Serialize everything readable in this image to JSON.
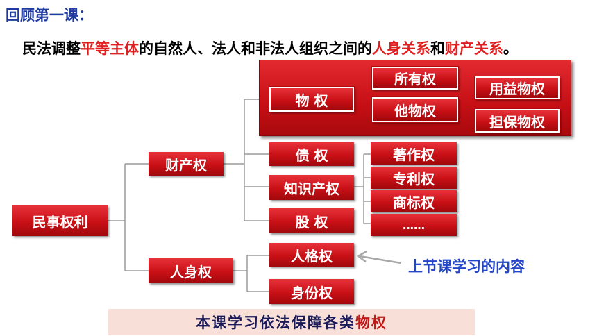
{
  "header": {
    "review": "回顾第一课："
  },
  "intro": {
    "part1": "民法调整",
    "part2": "平等主体",
    "part3": "的自然人、法人和非法人组织之间的",
    "part4": "人身关系",
    "part5": "和",
    "part6": "财产关系",
    "part7": "。"
  },
  "nodes": {
    "root": "民事权利",
    "property": "财产权",
    "personal": "人身权",
    "real_right": "物 权",
    "ownership": "所有权",
    "other_real": "他物权",
    "usufruct": "用益物权",
    "security": "担保物权",
    "creditor": "债 权",
    "ip": "知识产权",
    "copyright": "著作权",
    "patent": "专利权",
    "trademark": "商标权",
    "ellipsis": "……",
    "equity": "股 权",
    "personality": "人格权",
    "identity": "身份权"
  },
  "note": "上节课学习的内容",
  "banner": {
    "part1": "本课学习依法保障各类",
    "part2": "物权"
  },
  "colors": {
    "red": "#c81016",
    "blue": "#2446c8",
    "title_blue": "#1e3a9e",
    "banner_bg": "#f8e0d8"
  }
}
